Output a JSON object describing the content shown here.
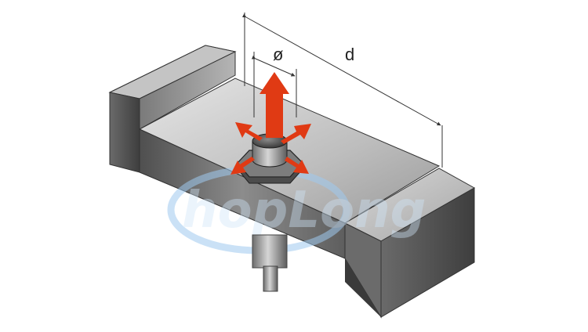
{
  "diagram": {
    "labels": {
      "diameter": "ø",
      "distance": "d"
    },
    "watermark": {
      "text": "hopLong",
      "color": "#9fcaf0"
    },
    "colors": {
      "arrow": "#e03a14",
      "metal_light": "#d7d7d7",
      "metal_mid": "#a9a9a9",
      "metal_dark": "#5a5a5a",
      "dimension_line": "#333333"
    },
    "icons": {
      "sensor": "inductive-proximity-sensor-icon",
      "arrows": "sensing-direction-arrows-icon"
    }
  }
}
